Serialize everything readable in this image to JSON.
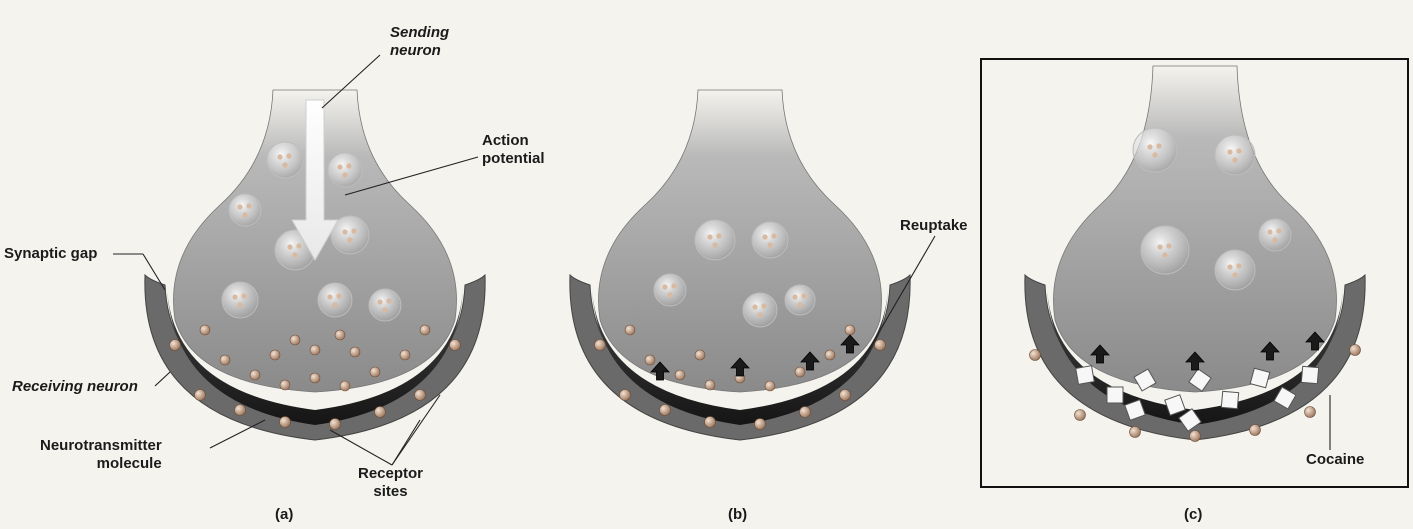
{
  "panels": {
    "a": {
      "caption": "(a)",
      "labels": {
        "sending_neuron": "Sending\nneuron",
        "action_potential": "Action\npotential",
        "synaptic_gap": "Synaptic gap",
        "receiving_neuron": "Receiving neuron",
        "neurotransmitter": "Neurotransmitter\nmolecule",
        "receptor_sites": "Receptor\nsites"
      }
    },
    "b": {
      "caption": "(b)",
      "labels": {
        "reuptake": "Reuptake"
      }
    },
    "c": {
      "caption": "(c)",
      "labels": {
        "cocaine": "Cocaine"
      }
    }
  },
  "colors": {
    "background": "#f4f3ee",
    "terminal": "#8f8f8f",
    "receiving_cleft": "#2b2b2b",
    "molecule": "#c9a48a",
    "cocaine": "#f5f5f5",
    "frame": "#111111"
  }
}
